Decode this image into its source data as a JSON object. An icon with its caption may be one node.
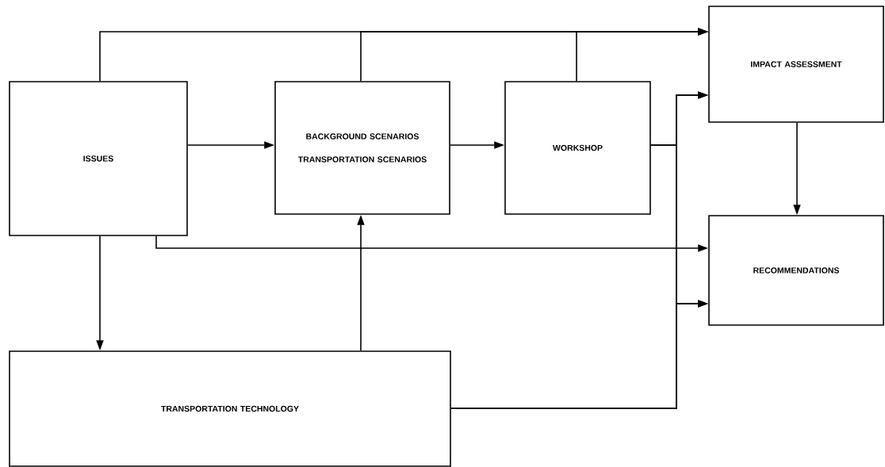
{
  "diagram": {
    "nodes": [
      {
        "text": [
          "ISSUES"
        ]
      },
      {
        "text": [
          "BACKGROUND SCENARIOS",
          "TRANSPORTATION SCENARIOS"
        ]
      },
      {
        "text": [
          "WORKSHOP"
        ]
      },
      {
        "text": [
          "IMPACT ASSESSMENT"
        ]
      },
      {
        "text": [
          "RECOMMENDATIONS"
        ]
      },
      {
        "text": [
          "TRANSPORTATION TECHNOLOGY"
        ]
      }
    ],
    "edges": [
      {
        "from": 0,
        "to": 1,
        "arrow": "to"
      },
      {
        "from": 1,
        "to": 2,
        "arrow": "to"
      },
      {
        "from": 0,
        "to": 3,
        "arrow": "to"
      },
      {
        "from": 1,
        "to": 3,
        "arrow": "to"
      },
      {
        "from": 2,
        "to": 3,
        "arrow": "to"
      },
      {
        "from": 2,
        "to": 3,
        "arrow": "to"
      },
      {
        "from": 2,
        "to": 4,
        "arrow": "to"
      },
      {
        "from": 5,
        "to": 3,
        "arrow": "to"
      },
      {
        "from": 5,
        "to": 4,
        "arrow": "to"
      },
      {
        "from": 0,
        "to": 4,
        "arrow": "to"
      },
      {
        "from": 0,
        "to": 5,
        "arrow": "to"
      },
      {
        "from": 5,
        "to": 1,
        "arrow": "to"
      },
      {
        "from": 3,
        "to": 4,
        "arrow": "to"
      }
    ]
  }
}
